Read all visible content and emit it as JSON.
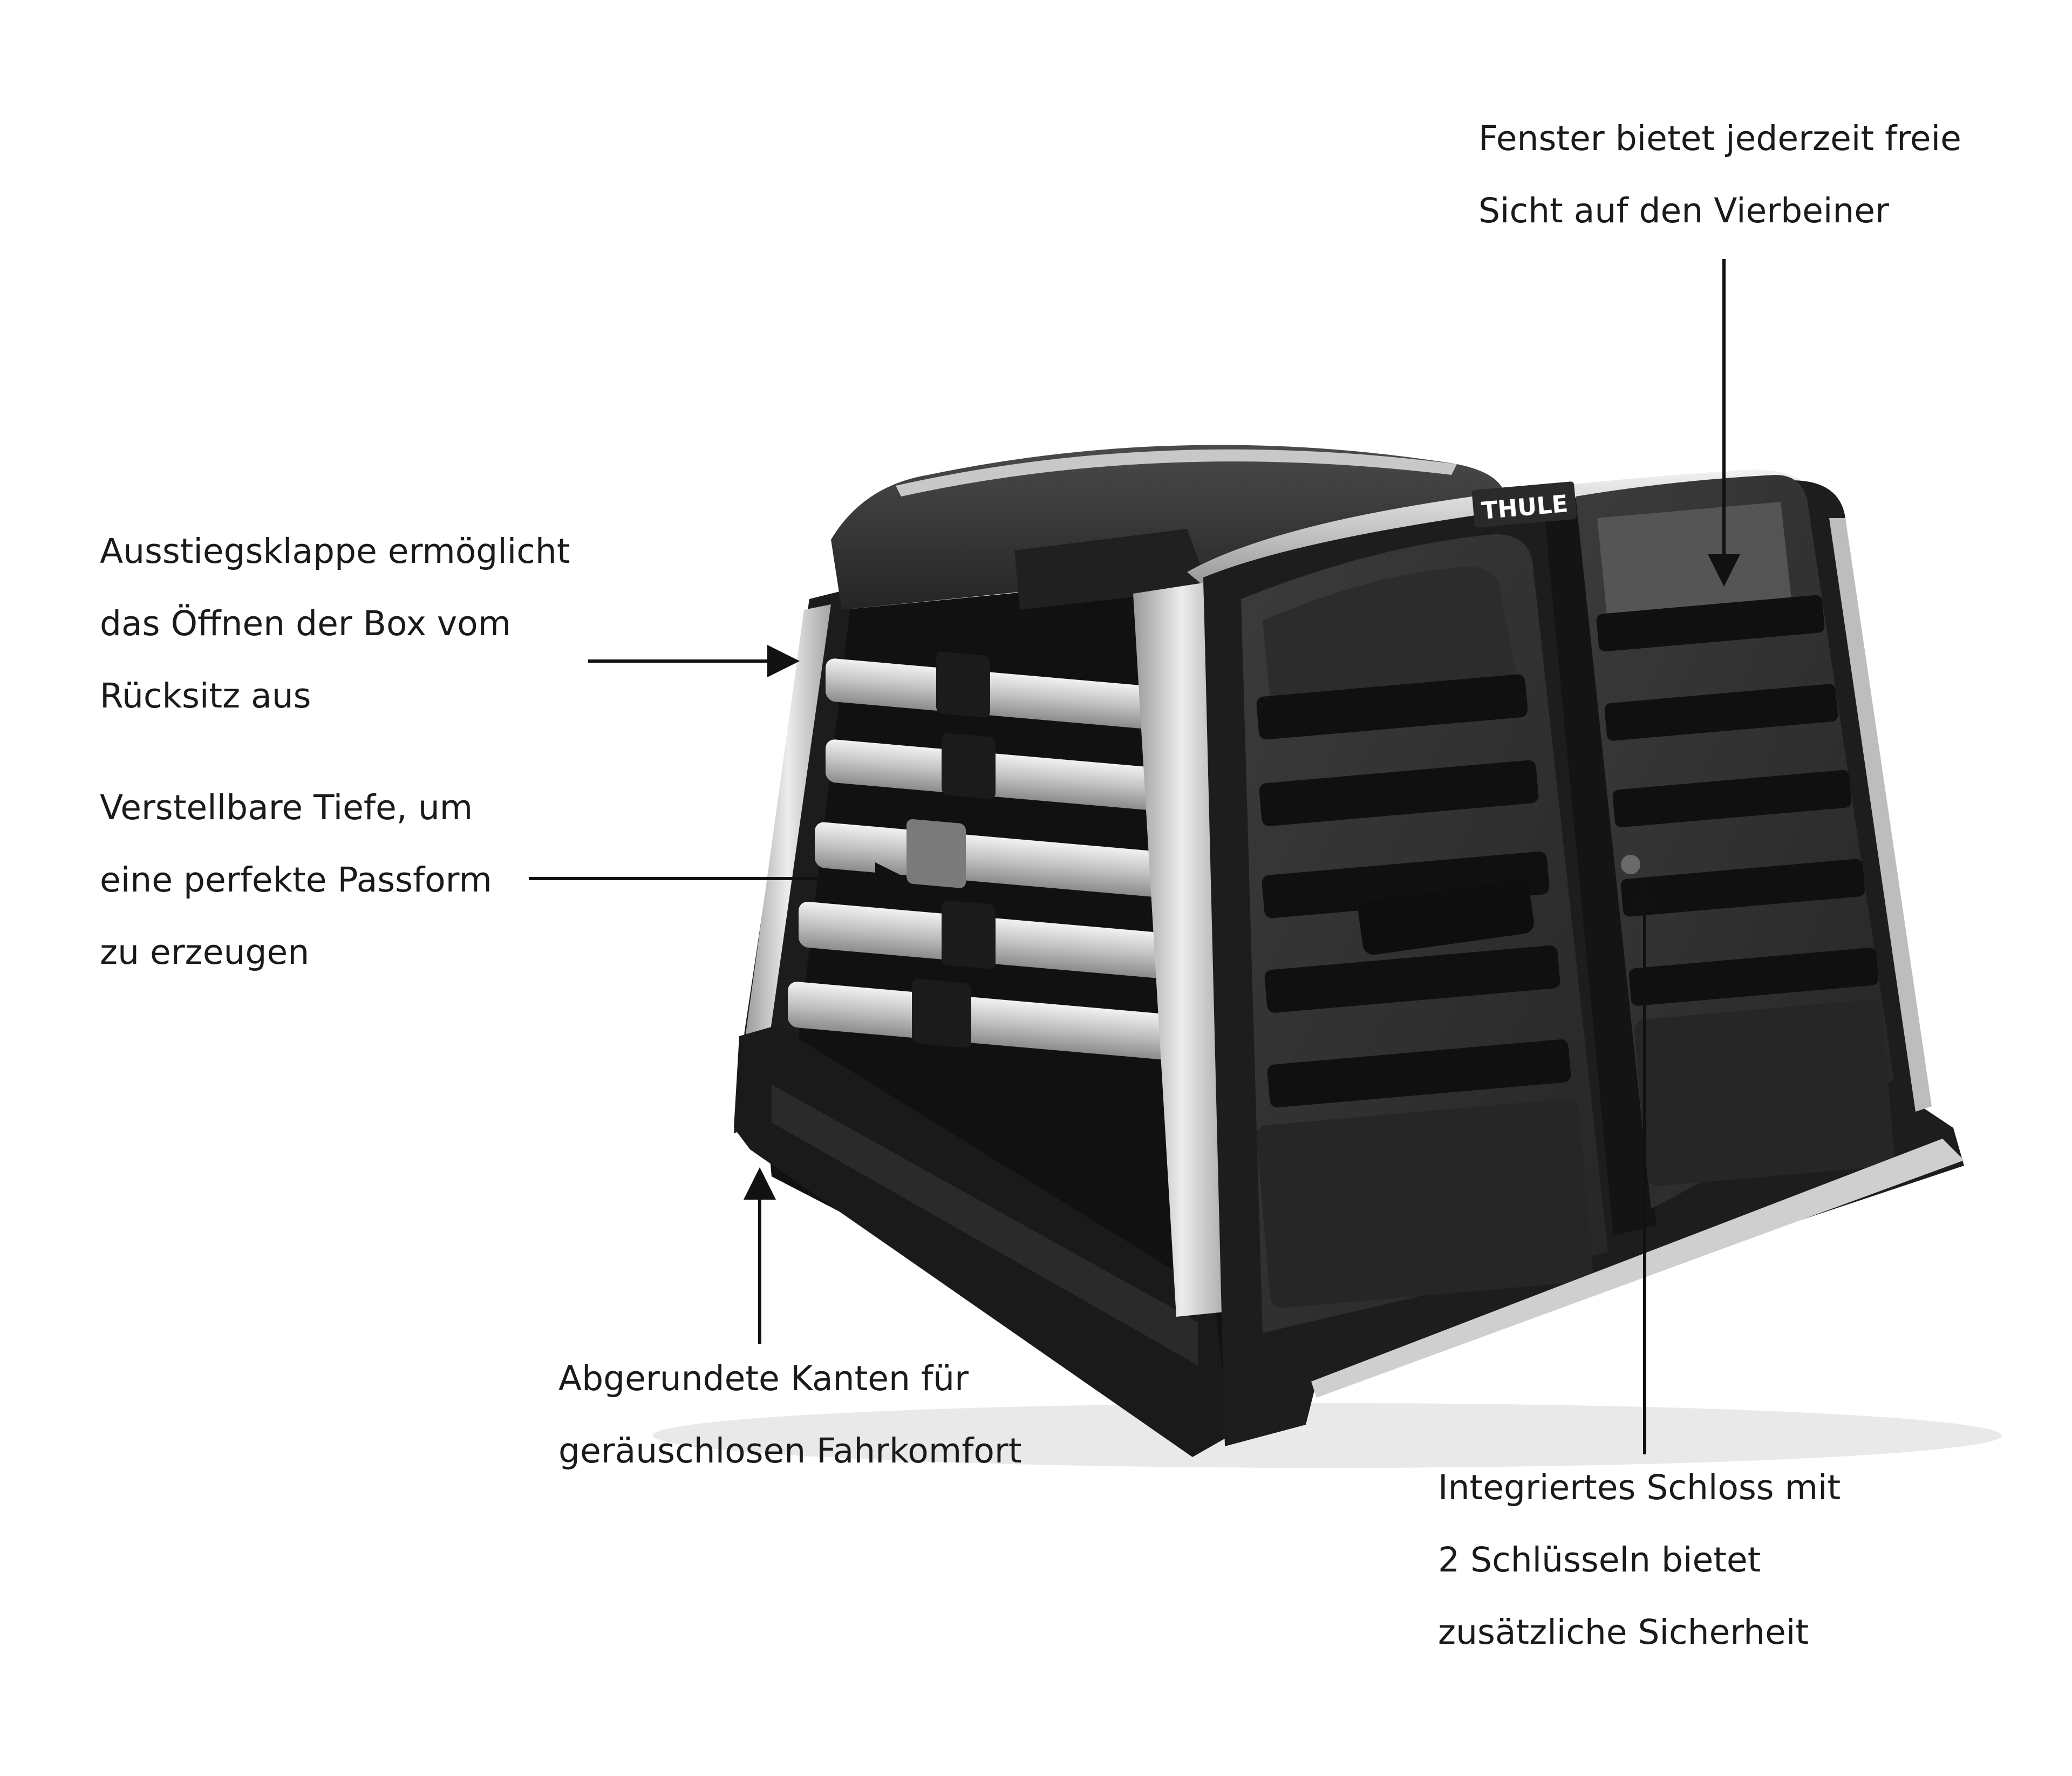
{
  "brand": {
    "logo": "THULE"
  },
  "callouts": {
    "window": {
      "lines": [
        "Fenster bietet jederzeit freie",
        "Sicht auf den Vierbeiner"
      ]
    },
    "exit_flap": {
      "lines": [
        "Ausstiegsklappe ermöglicht",
        "das Öffnen der Box vom",
        "Rücksitz aus"
      ]
    },
    "depth": {
      "lines": [
        "Verstellbare Tiefe, um",
        "eine perfekte Passform",
        "zu erzeugen"
      ]
    },
    "edges": {
      "lines": [
        "Abgerundete Kanten für",
        "geräuschlosen Fahrkomfort"
      ]
    },
    "lock": {
      "lines": [
        "Integriertes Schloss mit",
        "2 Schlüsseln bietet",
        "zusätzliche Sicherheit"
      ]
    }
  },
  "colors": {
    "text": "#1a1a1a",
    "crate_dark": "#1e1e1e",
    "aluminum": "#c9c9c9"
  }
}
